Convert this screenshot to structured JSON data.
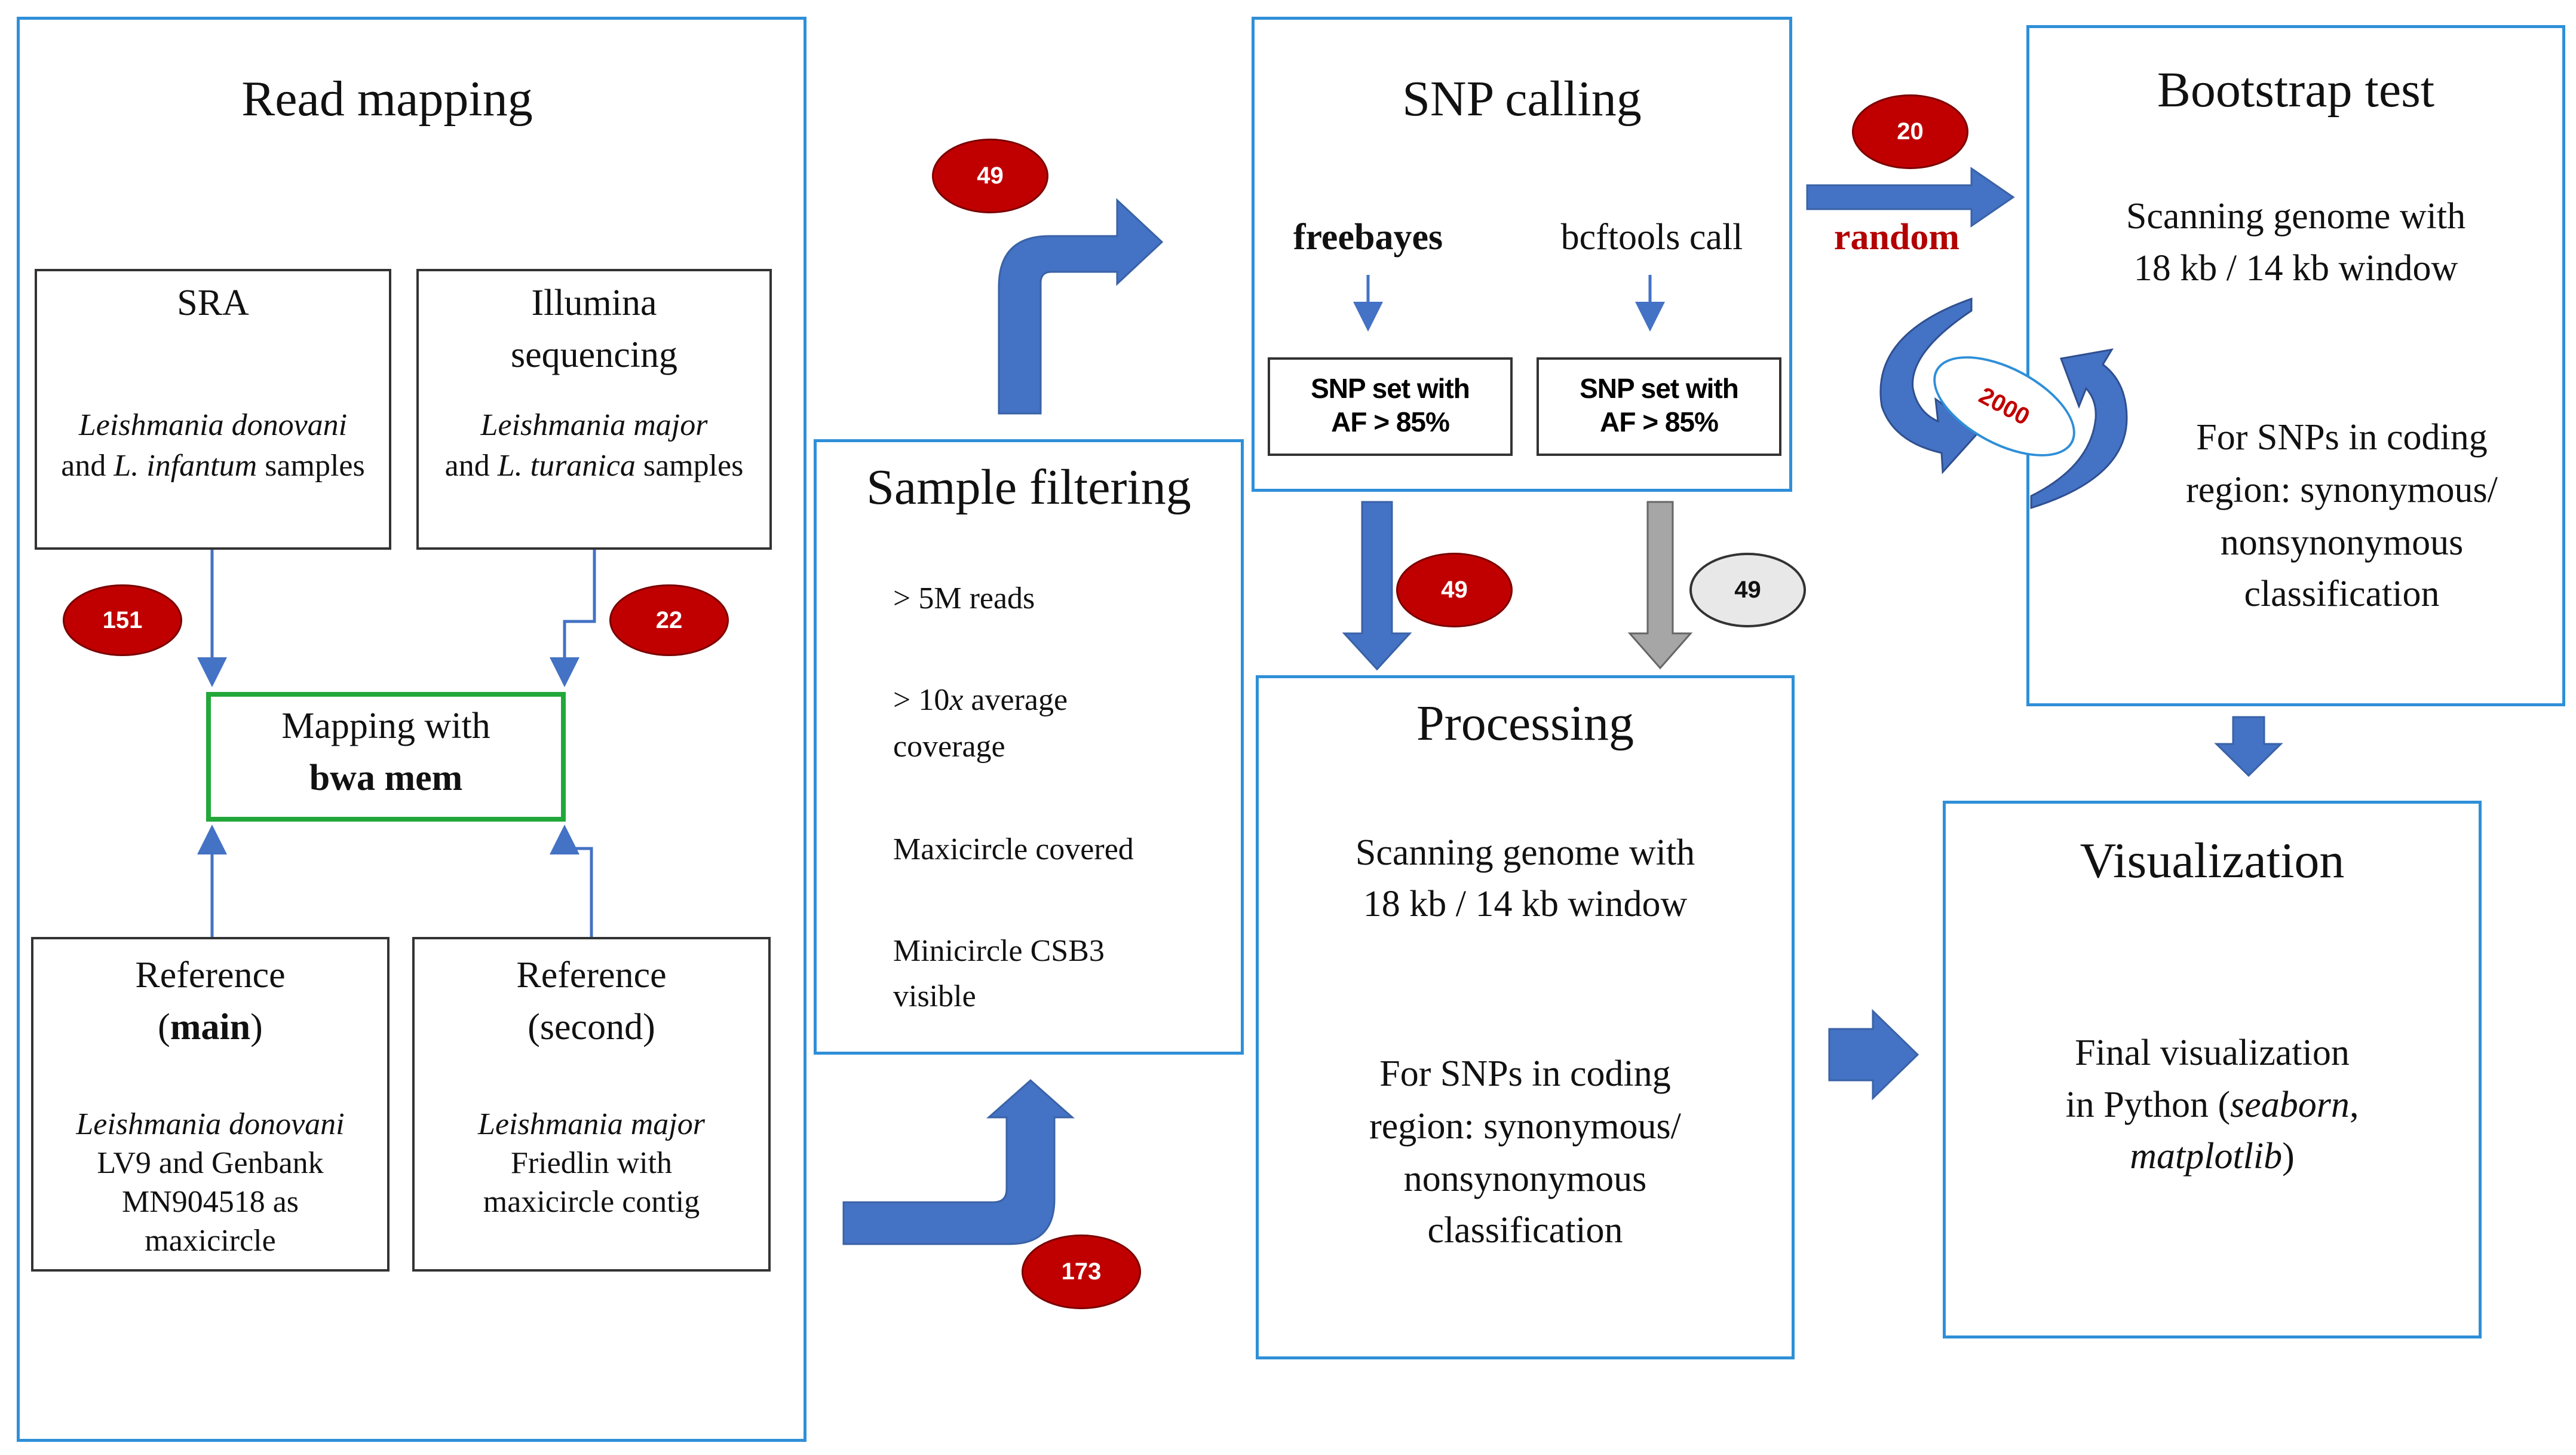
{
  "read_mapping": {
    "title": "Read mapping",
    "sra": {
      "title": "SRA",
      "species": "Leishmania donovani",
      "line2_prefix": "and ",
      "line2_species": "L. infantum",
      "line2_suffix": " samples"
    },
    "illumina": {
      "title_line1": "Illumina",
      "title_line2": "sequencing",
      "species": "Leishmania major",
      "line2_prefix": "and ",
      "line2_species": "L. turanica",
      "line2_suffix": " samples"
    },
    "badge_sra": "151",
    "badge_illumina": "22",
    "mapping": {
      "line1": "Mapping with",
      "line2": "bwa mem"
    },
    "ref_main": {
      "title": "Reference",
      "subtitle_open": "(",
      "subtitle_word": "main",
      "subtitle_close": ")",
      "species": "Leishmania donovani",
      "line2": "LV9 and Genbank",
      "line3": "MN904518 as",
      "line4": "maxicircle"
    },
    "ref_second": {
      "title": "Reference",
      "subtitle": "(second)",
      "species": "Leishmania major",
      "line2": "Friedlin with",
      "line3": "maxicircle contig"
    }
  },
  "sample_filtering": {
    "title": "Sample filtering",
    "crit1": "> 5M reads",
    "crit2_pre": "> 10",
    "crit2_x": "x",
    "crit2_post": " average",
    "crit2_line2": "coverage",
    "crit3": "Maxicircle  covered",
    "crit4_line1": "Minicircle  CSB3",
    "crit4_line2": "visible",
    "badge_in": "173",
    "badge_out": "49"
  },
  "snp_calling": {
    "title": "SNP calling",
    "tool1": "freebayes",
    "tool2": "bcftools  call",
    "set1_line1": "SNP set with",
    "set1_line2": "AF > 85%",
    "set2_line1": "SNP set with",
    "set2_line2": "AF > 85%",
    "badge_left": "49",
    "badge_right": "49"
  },
  "processing": {
    "title": "Processing",
    "line1": "Scanning  genome  with",
    "line2": "18 kb / 14 kb window",
    "line3": "For SNPs in coding",
    "line4": "region:  synonymous/",
    "line5": "nonsynonymous",
    "line6": "classification"
  },
  "bootstrap": {
    "title": "Bootstrap test",
    "badge_in": "20",
    "random_label": "random",
    "iterations": "2000",
    "line1": "Scanning  genome  with",
    "line2": "18 kb / 14 kb window",
    "line3": "For SNPs in coding",
    "line4": "region:  synonymous/",
    "line5": "nonsynonymous",
    "line6": "classification"
  },
  "visualization": {
    "title": "Visualization",
    "line1": "Final visualization",
    "line2_pre": "in Python (",
    "line2_ital": "seaborn",
    "line2_post": ",",
    "line3_ital": "matplotlib",
    "line3_post": ")"
  },
  "colors": {
    "box_border": "#2f8fd8",
    "arrow_fill": "#4472c4",
    "badge_red": "#c00000",
    "badge_gray": "#e8e8e8",
    "mapping_border": "#22a83a",
    "gray_arrow": "#a6a6a6",
    "random_text": "#b30000"
  }
}
